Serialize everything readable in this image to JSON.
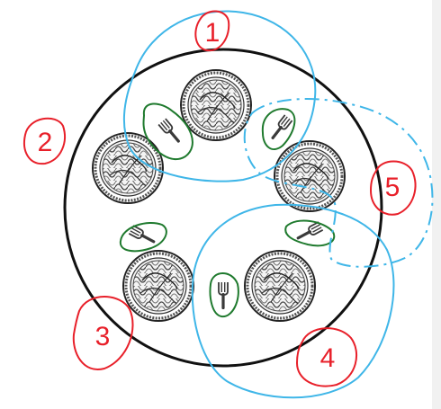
{
  "labels": [
    "1",
    "2",
    "3",
    "4",
    "5"
  ],
  "plates": [
    "plate-1",
    "plate-2",
    "plate-3",
    "plate-4",
    "plate-5"
  ],
  "forks": [
    "fork-1-2",
    "fork-1-5",
    "fork-2-3",
    "fork-3-4",
    "fork-4-5"
  ],
  "colors": {
    "table": "#111111",
    "plate": "#333333",
    "annotation_red": "#e8202a",
    "annotation_blue": "#3fb6e8",
    "annotation_green": "#1f7a2e",
    "fork": "#3a3a3a"
  }
}
